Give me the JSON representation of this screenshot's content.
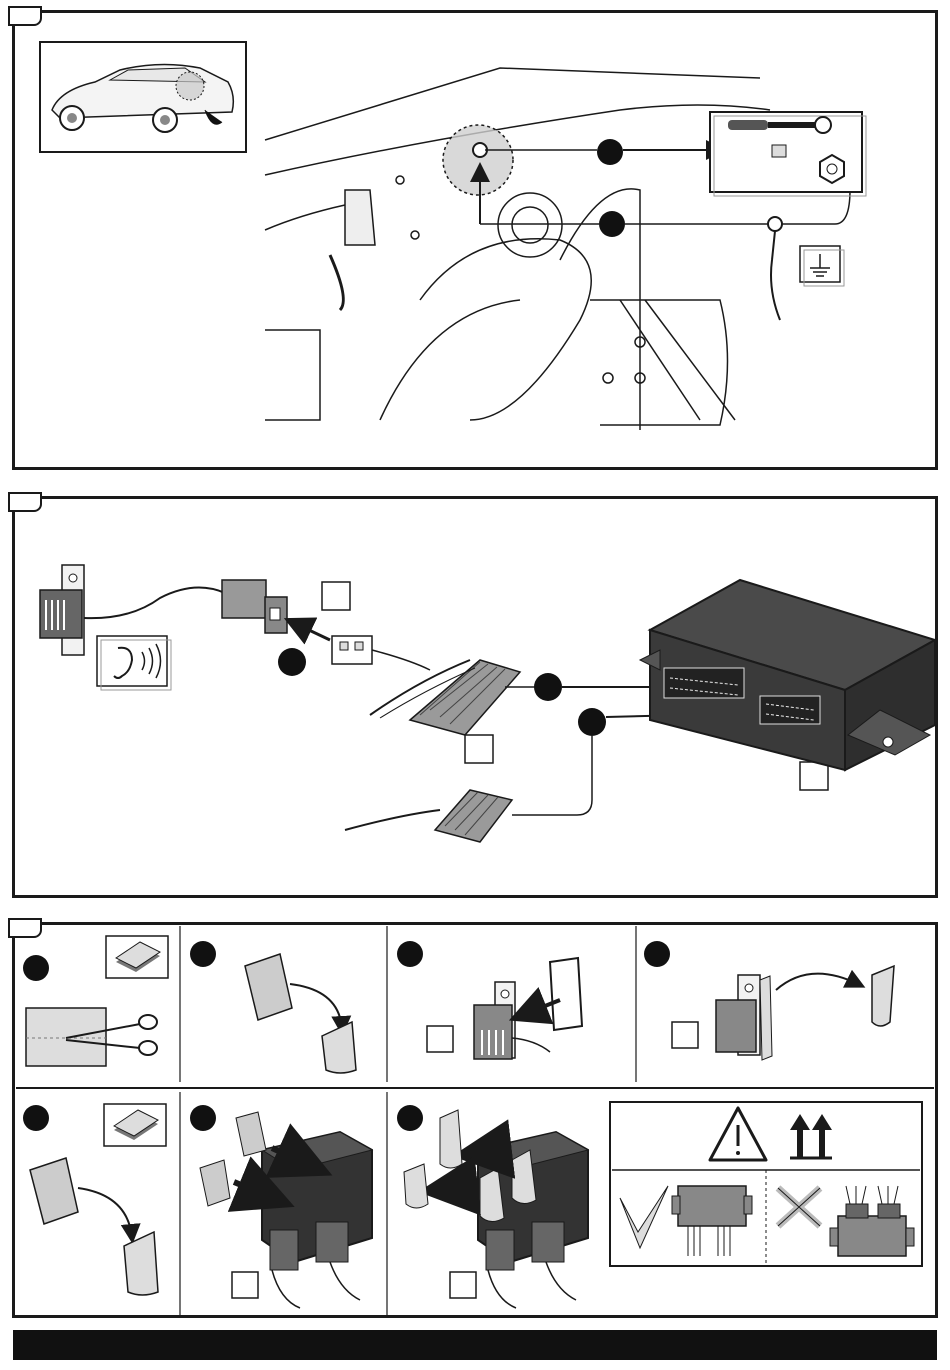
{
  "panels": [
    {
      "id": "panel-1",
      "label": ""
    },
    {
      "id": "panel-2",
      "label": ""
    },
    {
      "id": "panel-3",
      "label": ""
    }
  ],
  "icons": {
    "ground": "ground-symbol-icon",
    "ear": "ear-sound-icon",
    "warning": "warning-triangle-icon",
    "this_way_up": "this-way-up-arrows-icon",
    "check": "check-mark-icon",
    "cross": "cross-mark-icon",
    "scissors": "scissors-icon",
    "tape": "adhesive-tape-icon"
  },
  "colors": {
    "line": "#1a1a1a",
    "module": "#3a3a3a",
    "light_gray": "#d9d9d9",
    "bottom_bar": "#111111"
  }
}
